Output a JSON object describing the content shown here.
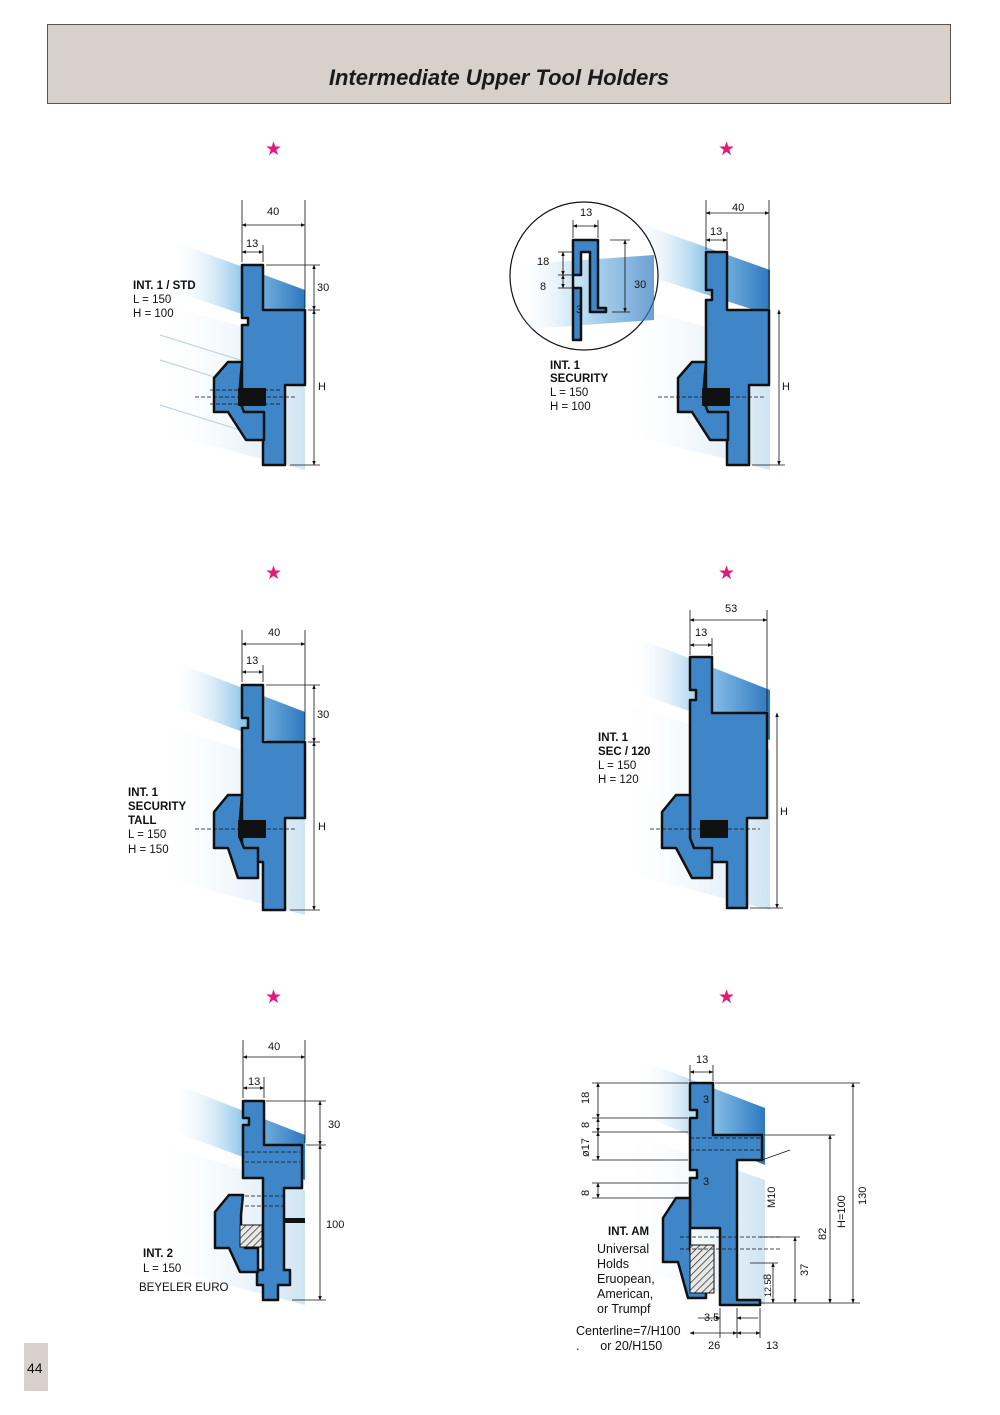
{
  "title": "Intermediate Upper Tool Holders",
  "page_number": "44",
  "star_color": "#e0197a",
  "tool_color": "#3f86c8",
  "panels": [
    {
      "label_lines": [
        "INT. 1 / STD"
      ],
      "L": "L = 150",
      "H": "H = 100",
      "dims": {
        "w": "40",
        "a": "13",
        "b": "30",
        "h": "H"
      }
    },
    {
      "label_lines": [
        "INT. 1",
        "SECURITY"
      ],
      "L": "L = 150",
      "H": "H = 100",
      "dims": {
        "w": "40",
        "a": "13",
        "h": "H"
      },
      "detail": {
        "a": "13",
        "b": "18",
        "c": "8",
        "d": "30",
        "e": "3"
      }
    },
    {
      "label_lines": [
        "INT. 1",
        "SECURITY",
        "TALL"
      ],
      "L": "L = 150",
      "H": "H = 150",
      "dims": {
        "w": "40",
        "a": "13",
        "b": "30",
        "h": "H"
      }
    },
    {
      "label_lines": [
        "INT. 1",
        "SEC / 120"
      ],
      "L": "L = 150",
      "H": "H = 120",
      "dims": {
        "w": "53",
        "a": "13",
        "h": "H"
      }
    },
    {
      "label_lines": [
        "INT. 2"
      ],
      "L": "L = 150",
      "note": "BEYELER EURO",
      "dims": {
        "w": "40",
        "a": "13",
        "b": "30",
        "h": "100"
      }
    },
    {
      "label_lines": [
        "INT. AM"
      ],
      "desc": [
        "Universal",
        "Holds",
        "Eruopean,",
        "American,",
        "or Trumpf"
      ],
      "centerline": [
        "Centerline=7/H100",
        ".      or 20/H150"
      ],
      "dims": {
        "top": "13",
        "d18": "18",
        "d8a": "8",
        "d17": "ø17",
        "d8b": "8",
        "t3a": "3",
        "t3b": "3",
        "m10": "M10",
        "d3_5": "3.5",
        "d26": "26",
        "d13b": "13",
        "d12_5": "12.5",
        "d8c": "8",
        "d37": "37",
        "d82": "82",
        "h100": "H=100",
        "d130": "130"
      }
    }
  ]
}
